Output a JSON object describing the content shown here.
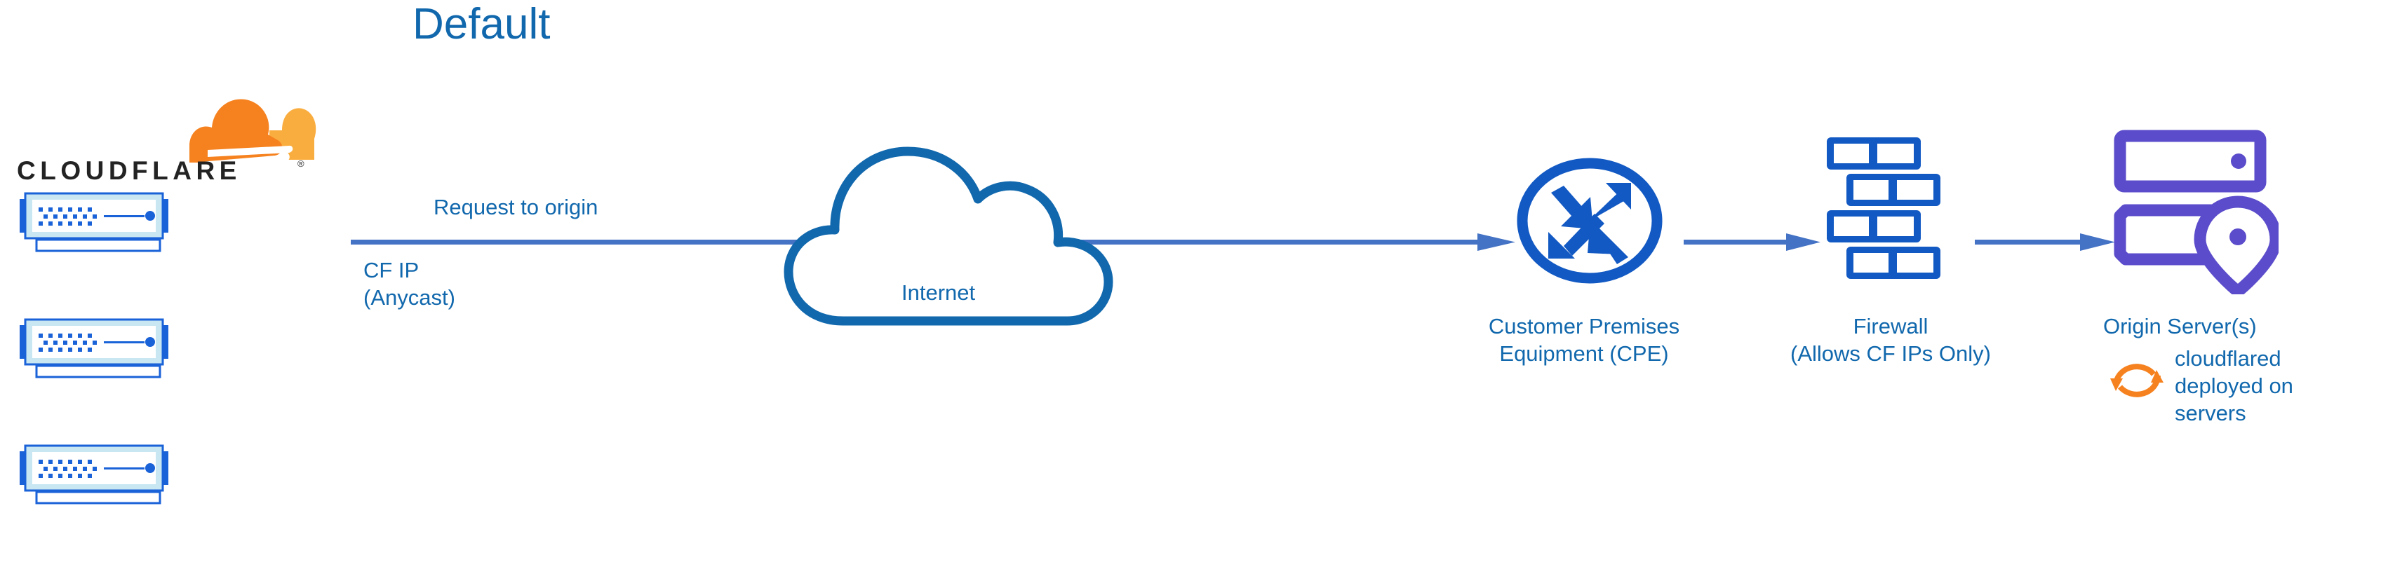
{
  "page": {
    "title": "Default",
    "background": "#ffffff"
  },
  "colors": {
    "cf_blue_text": "#1168ad",
    "arrow_blue": "#4472c4",
    "icon_blue": "#1259c3",
    "server_blue": "#1a62d8",
    "server_band": "#c8e7f2",
    "origin_purple": "#5b4ccb",
    "cf_orange": "#f6821f",
    "cf_orange_light": "#faad3f",
    "wordmark_black": "#232323"
  },
  "brand": {
    "logo_name": "cloudflare-logo",
    "wordmark": "CLOUDFLARE",
    "registered_mark": "®",
    "mark_icon": "cloudflare-cloud-mark"
  },
  "servers": {
    "count": 3,
    "icon_name": "server-appliance-icon",
    "items": [
      {
        "index": 1
      },
      {
        "index": 2
      },
      {
        "index": 3
      }
    ]
  },
  "flow": {
    "arrows": [
      {
        "name": "arrow-cloudflare-to-cpe",
        "label": "Request to origin"
      },
      {
        "name": "arrow-cpe-to-firewall",
        "label": ""
      },
      {
        "name": "arrow-firewall-to-origin",
        "label": ""
      }
    ]
  },
  "labels": {
    "request_to_origin": "Request to origin",
    "cf_ip": "CF IP\n(Anycast)",
    "internet": "Internet",
    "cpe": "Customer Premises\nEquipment (CPE)",
    "firewall": "Firewall\n(Allows CF IPs Only)",
    "origin_server": "Origin Server(s)",
    "cloudflared": "cloudflared\ndeployed on\nservers"
  },
  "nodes": [
    {
      "id": "cloudflare-edge",
      "icon": "server-appliance-icon",
      "label": "CF IP (Anycast)"
    },
    {
      "id": "internet",
      "icon": "cloud-icon",
      "label": "Internet"
    },
    {
      "id": "cpe",
      "icon": "router-icon",
      "label": "Customer Premises Equipment (CPE)"
    },
    {
      "id": "firewall",
      "icon": "brick-wall-icon",
      "label": "Firewall (Allows CF IPs Only)"
    },
    {
      "id": "origin",
      "icon": "server-rack-pin-icon",
      "label": "Origin Server(s)"
    },
    {
      "id": "cloudflared",
      "icon": "sync-arrows-icon",
      "label": "cloudflared deployed on servers"
    }
  ]
}
